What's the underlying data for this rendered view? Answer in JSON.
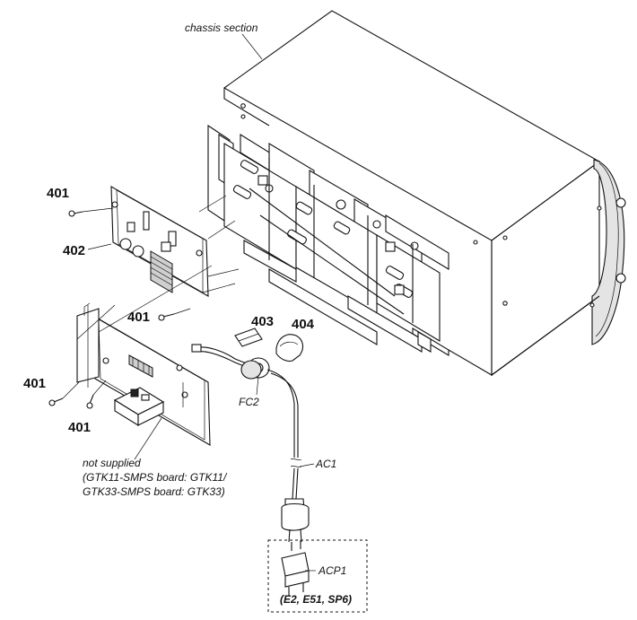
{
  "labels": {
    "chassis_section": "chassis section",
    "part_401_a": "401",
    "part_402": "402",
    "part_401_b": "401",
    "part_401_c": "401",
    "part_401_d": "401",
    "part_403": "403",
    "part_404": "404",
    "fc2": "FC2",
    "ac1": "AC1",
    "acp1": "ACP1",
    "not_supplied_line1": "not supplied",
    "not_supplied_line2": "(GTK11-SMPS board: GTK11/",
    "not_supplied_line3": "GTK33-SMPS board: GTK33)",
    "region_note": "(E2, E51, SP6)"
  }
}
